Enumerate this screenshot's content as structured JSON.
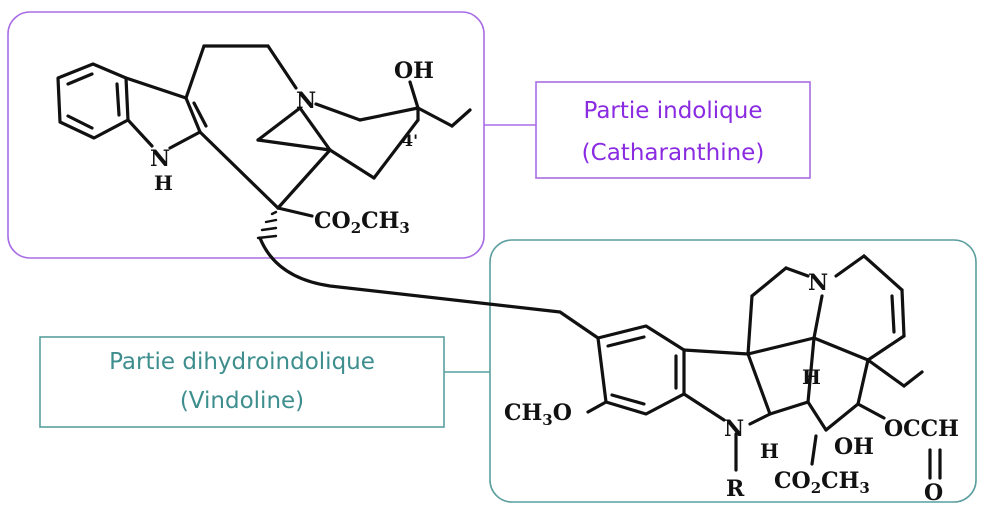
{
  "labels": {
    "catharanthine": {
      "line1": "Partie indolique",
      "line2": "(Catharanthine)",
      "color": "#8a2be2"
    },
    "vindoline": {
      "line1": "Partie dihydroindolique",
      "line2": "(Vindoline)",
      "color": "#3e8e8e"
    }
  },
  "atoms": {
    "oh_top": "OH",
    "n_top": "N",
    "pos_4": "4'",
    "nh": "N",
    "h_nh": "H",
    "ester_top": {
      "a": "CO",
      "b": "2",
      "c": "CH",
      "d": "3"
    },
    "n_vind_top": "N",
    "h_center": "H",
    "methoxy": {
      "a": "CH",
      "b": "3",
      "c": "O"
    },
    "n_vind": "N",
    "r_group": "R",
    "h_lower": "H",
    "oh_lower": "OH",
    "acetate": "OCCH",
    "acetate_o": "O",
    "ester_bottom": {
      "a": "CO",
      "b": "2",
      "c": "CH",
      "d": "3"
    }
  }
}
